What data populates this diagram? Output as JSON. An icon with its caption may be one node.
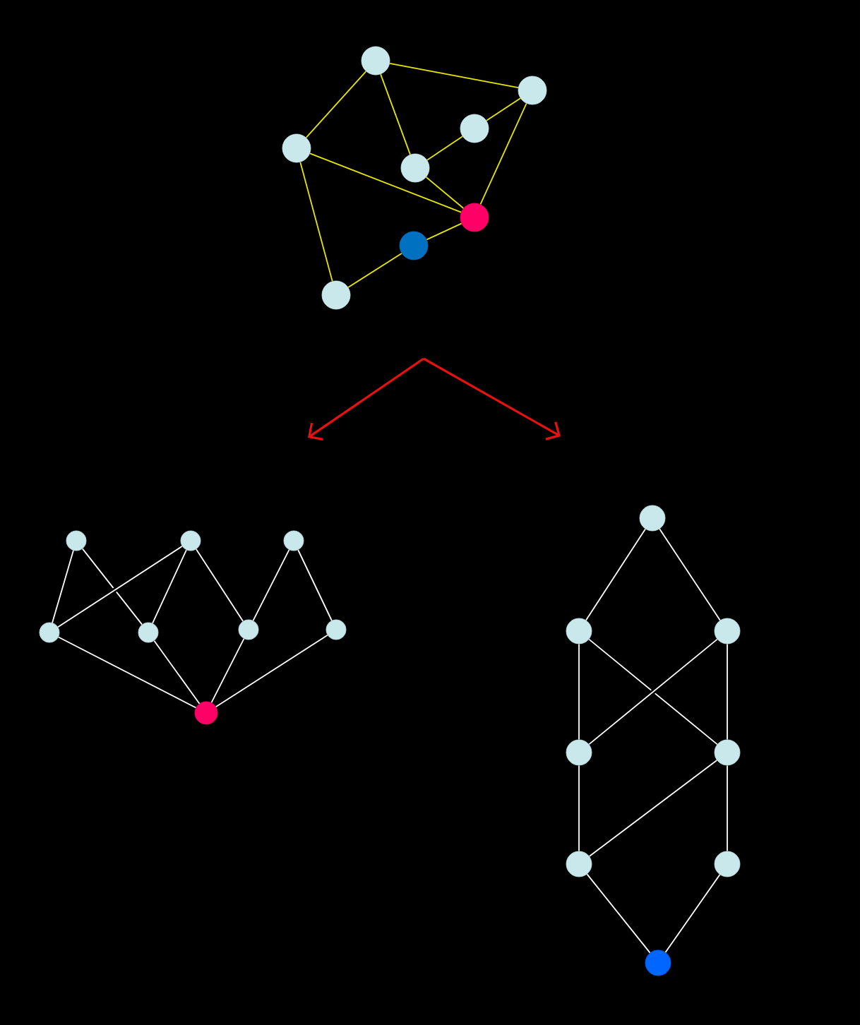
{
  "diagram": {
    "nodes": [
      {
        "text": [],
        "shape": "circle"
      },
      {
        "text": [],
        "shape": "circle"
      },
      {
        "text": [],
        "shape": "circle"
      },
      {
        "text": [],
        "shape": "circle"
      },
      {
        "text": [],
        "shape": "circle"
      },
      {
        "text": [],
        "shape": "circle"
      },
      {
        "text": [],
        "shape": "circle"
      },
      {
        "text": [],
        "shape": "circle"
      },
      {
        "text": [],
        "shape": "circle"
      },
      {
        "text": [],
        "shape": "circle"
      },
      {
        "text": [],
        "shape": "circle"
      },
      {
        "text": [],
        "shape": "circle"
      },
      {
        "text": [],
        "shape": "circle"
      },
      {
        "text": [],
        "shape": "circle"
      },
      {
        "text": [],
        "shape": "circle"
      },
      {
        "text": [],
        "shape": "circle"
      },
      {
        "text": [],
        "shape": "circle"
      },
      {
        "text": [],
        "shape": "circle"
      },
      {
        "text": [],
        "shape": "circle"
      },
      {
        "text": [],
        "shape": "circle"
      },
      {
        "text": [],
        "shape": "circle"
      },
      {
        "text": [],
        "shape": "circle"
      },
      {
        "text": [],
        "shape": "circle"
      },
      {
        "text": [],
        "shape": "circle"
      }
    ],
    "edges": [
      {
        "from": 0,
        "to": 1,
        "arrow": "none",
        "color": "#e6e600"
      },
      {
        "from": 0,
        "to": 2,
        "arrow": "none",
        "color": "#e6e600"
      },
      {
        "from": 0,
        "to": 4,
        "arrow": "none",
        "color": "#e6e600"
      },
      {
        "from": 1,
        "to": 3,
        "arrow": "none",
        "color": "#e6e600"
      },
      {
        "from": 1,
        "to": 5,
        "arrow": "none",
        "color": "#e6e600"
      },
      {
        "from": 3,
        "to": 4,
        "arrow": "none",
        "color": "#e6e600"
      },
      {
        "from": 4,
        "to": 5,
        "arrow": "none",
        "color": "#e6e600"
      },
      {
        "from": 2,
        "to": 5,
        "arrow": "none",
        "color": "#e6e600"
      },
      {
        "from": 2,
        "to": 7,
        "arrow": "none",
        "color": "#e6e600"
      },
      {
        "from": 7,
        "to": 6,
        "arrow": "none",
        "color": "#e6e600"
      },
      {
        "from": 6,
        "to": 5,
        "arrow": "none",
        "color": "#e6e600"
      },
      {
        "from": 8,
        "to": 11,
        "arrow": "none"
      },
      {
        "from": 8,
        "to": 12,
        "arrow": "none"
      },
      {
        "from": 9,
        "to": 11,
        "arrow": "none"
      },
      {
        "from": 9,
        "to": 12,
        "arrow": "none"
      },
      {
        "from": 9,
        "to": 13,
        "arrow": "none"
      },
      {
        "from": 10,
        "to": 13,
        "arrow": "none"
      },
      {
        "from": 10,
        "to": 14,
        "arrow": "none"
      },
      {
        "from": 11,
        "to": 15,
        "arrow": "none"
      },
      {
        "from": 12,
        "to": 15,
        "arrow": "none"
      },
      {
        "from": 13,
        "to": 15,
        "arrow": "none"
      },
      {
        "from": 14,
        "to": 15,
        "arrow": "none"
      },
      {
        "from": 16,
        "to": 17,
        "arrow": "none"
      },
      {
        "from": 16,
        "to": 18,
        "arrow": "none"
      },
      {
        "from": 17,
        "to": 19,
        "arrow": "none"
      },
      {
        "from": 17,
        "to": 20,
        "arrow": "none"
      },
      {
        "from": 18,
        "to": 19,
        "arrow": "none"
      },
      {
        "from": 18,
        "to": 20,
        "arrow": "none"
      },
      {
        "from": 19,
        "to": 21,
        "arrow": "none"
      },
      {
        "from": 20,
        "to": 21,
        "arrow": "none"
      },
      {
        "from": 20,
        "to": 22,
        "arrow": "none"
      },
      {
        "from": 21,
        "to": 23,
        "arrow": "none"
      },
      {
        "from": 22,
        "to": 23,
        "arrow": "none"
      }
    ]
  }
}
